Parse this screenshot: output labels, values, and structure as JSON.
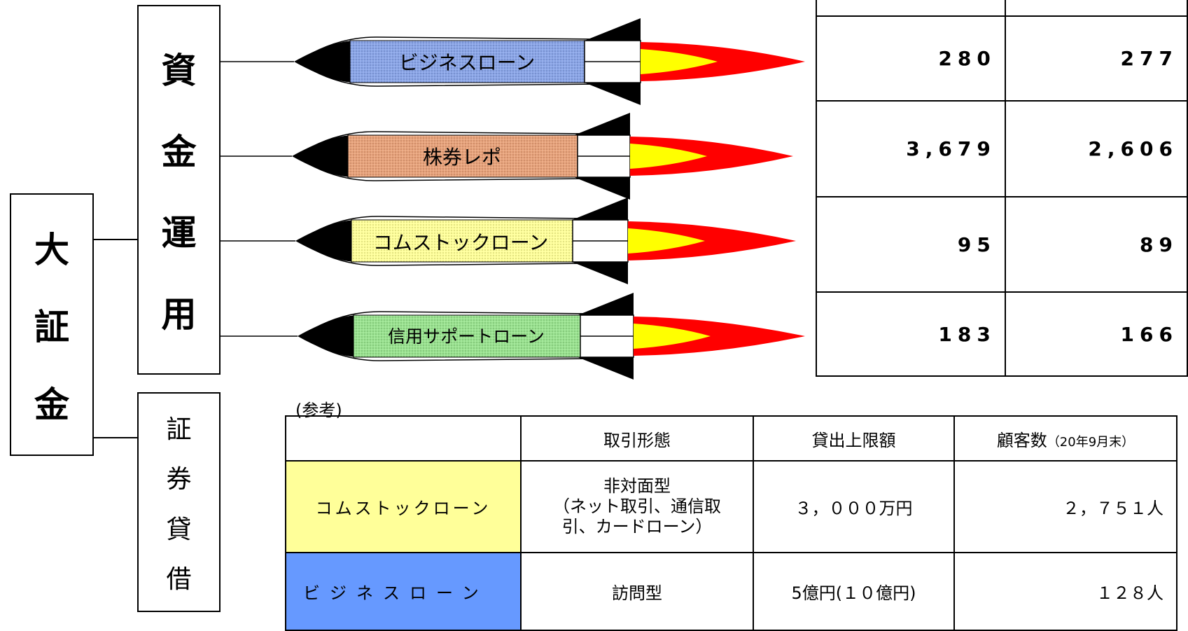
{
  "left_box": {
    "chars": [
      "大",
      "証",
      "金"
    ]
  },
  "fund_box": {
    "chars": [
      "資",
      "金",
      "運",
      "用"
    ]
  },
  "securities_box": {
    "chars": [
      "証",
      "券",
      "貸",
      "借"
    ]
  },
  "rockets": [
    {
      "label": "ビジネスローン",
      "color": "#8aa5e8"
    },
    {
      "label": "株券レポ",
      "color": "#e8a27a"
    },
    {
      "label": "コムストックローン",
      "color": "#ffff99"
    },
    {
      "label": "信用サポートローン",
      "color": "#99e38f"
    }
  ],
  "stats_table": {
    "header": [
      "",
      ""
    ],
    "rows": [
      [
        "280",
        "277"
      ],
      [
        "3,679",
        "2,606"
      ],
      [
        "95",
        "89"
      ],
      [
        "183",
        "166"
      ]
    ]
  },
  "reference": {
    "caption": "(参考)",
    "headers": [
      "",
      "取引形態",
      "貸出上限額",
      "顧客数"
    ],
    "header_note": "（20年9月末）",
    "rows": [
      {
        "name": "コムストックローン",
        "color": "#ffff99",
        "form_lines": [
          "非対面型",
          "（ネット取引、通信取",
          "引、カードローン）"
        ],
        "limit": "３，０００万円",
        "customers": "２，７５１人"
      },
      {
        "name": "ビジネスローン",
        "color": "#6699ff",
        "form_lines": [
          "訪問型"
        ],
        "limit": "5億円(１０億円)",
        "customers": "１２８人"
      }
    ]
  }
}
